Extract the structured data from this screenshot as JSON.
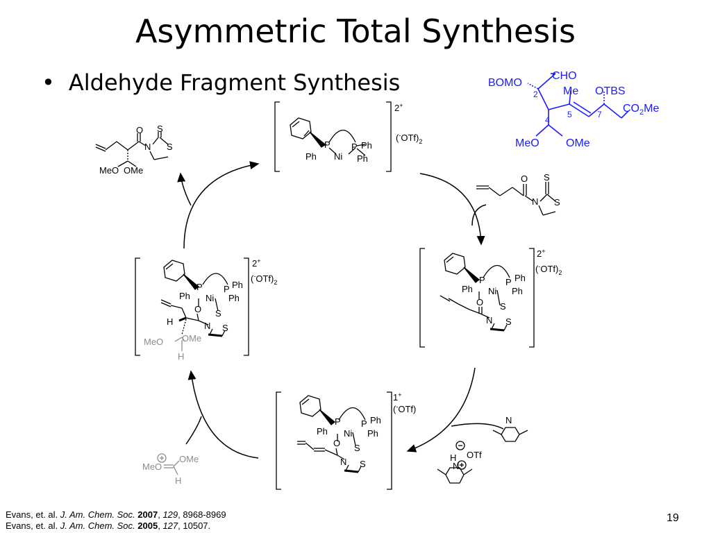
{
  "slide": {
    "title": "Asymmetric Total Synthesis",
    "bullet": "Aldehyde Fragment Synthesis",
    "page_number": "19"
  },
  "target": {
    "bomo": "BOMO",
    "cho": "CHO",
    "me": "Me",
    "otbs": "OTBS",
    "co2me_main": "CO",
    "co2me_sub": "2",
    "co2me_tail": "Me",
    "meo": "MeO",
    "ome": "OMe",
    "n2": "2",
    "n4": "4",
    "n5": "5",
    "n7": "7",
    "color": "#1a1aff"
  },
  "complexes": {
    "top": {
      "charge": "2",
      "charge_sign": "+",
      "counterion": "(",
      "otf_sign": "-",
      "otf_tail": "OTf)",
      "otf_sub": "2"
    },
    "right": {
      "charge": "2",
      "charge_sign": "+",
      "counterion": "(",
      "otf_sign": "-",
      "otf_tail": "OTf)",
      "otf_sub": "2"
    },
    "bottom": {
      "charge": "1",
      "charge_sign": "+",
      "counterion": "(",
      "otf_sign": "-",
      "otf_tail": "OTf)",
      "otf_sub": ""
    },
    "left": {
      "charge": "2",
      "charge_sign": "+",
      "counterion": "(",
      "otf_sign": "-",
      "otf_tail": "OTf)",
      "otf_sub": "2"
    }
  },
  "atoms": {
    "P": "P",
    "Ni": "Ni",
    "Ph": "Ph",
    "O": "O",
    "S": "S",
    "N": "N",
    "H": "H",
    "MeO": "MeO",
    "OMe": "OMe",
    "OTf": "OTf"
  },
  "side": {
    "lutidinium_H": "H",
    "grey_meo": "MeO",
    "grey_ome": "OMe",
    "grey_h": "H",
    "grey_color": "#8c8c8c"
  },
  "references": [
    {
      "authors": "Evans, et. al. ",
      "journal": "J. Am. Chem. Soc.",
      "year": "2007",
      "volume": "129",
      "pages": "8968-8969"
    },
    {
      "authors": "Evans, et. al. ",
      "journal": "J. Am. Chem. Soc.",
      "year": "2005",
      "volume": "127",
      "pages": "10507."
    }
  ]
}
